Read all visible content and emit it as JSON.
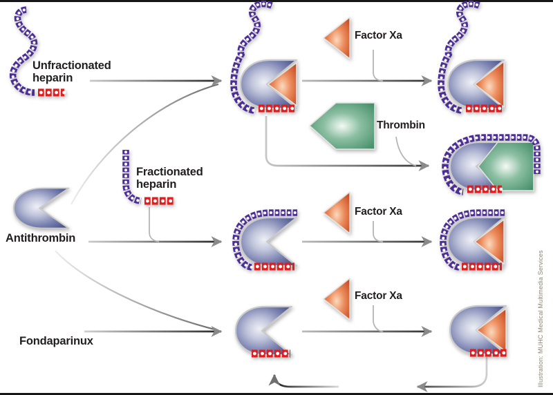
{
  "diagram": {
    "credit": "Illustration: MUHC Medical Multimedia Services",
    "labels": {
      "unfractionated_heparin": "Unfractionated\nheparin",
      "fractionated_heparin": "Fractionated\nheparin",
      "antithrombin": "Antithrombin",
      "fondaparinux": "Fondaparinux",
      "factor_xa": "Factor Xa",
      "thrombin": "Thrombin"
    },
    "molecules": [
      {
        "name": "antithrombin",
        "icon": "notched-disc-shape",
        "color": "#454f88"
      },
      {
        "name": "unfractionated-heparin",
        "icon": "long-bead-chain",
        "color": "#4e2f96",
        "pentasaccharide_color": "#e01f1f"
      },
      {
        "name": "fractionated-heparin",
        "icon": "short-bead-chain",
        "color": "#4e2f96",
        "pentasaccharide_color": "#e01f1f"
      },
      {
        "name": "fondaparinux",
        "icon": "pentasaccharide-beads",
        "color": "#e01f1f"
      },
      {
        "name": "factor-xa",
        "icon": "left-pointing-triangle",
        "color": "#c94e26"
      },
      {
        "name": "thrombin",
        "icon": "left-pointing-pentagon",
        "color": "#3f8a63"
      }
    ],
    "flows": [
      {
        "from": "unfractionated-heparin",
        "to": "antithrombin-ufh-complex"
      },
      {
        "from": "antithrombin",
        "to": "antithrombin-ufh-complex"
      },
      {
        "from": "antithrombin-ufh-complex+factor-xa",
        "to": "ufh-xa-inhibited-complex"
      },
      {
        "from": "antithrombin-ufh-complex+thrombin",
        "to": "ufh-thrombin-inhibited-complex"
      },
      {
        "from": "fractionated-heparin",
        "to": "antithrombin-lmwh-complex"
      },
      {
        "from": "antithrombin",
        "to": "antithrombin-lmwh-complex"
      },
      {
        "from": "antithrombin-lmwh-complex+factor-xa",
        "to": "lmwh-xa-inhibited-complex"
      },
      {
        "from": "fondaparinux",
        "to": "antithrombin-fondaparinux-complex"
      },
      {
        "from": "antithrombin",
        "to": "antithrombin-fondaparinux-complex"
      },
      {
        "from": "antithrombin-fondaparinux-complex+factor-xa",
        "to": "fondaparinux-xa-inhibited-complex"
      },
      {
        "from": "fondaparinux-xa-inhibited-complex",
        "to": "released-fondaparinux"
      },
      {
        "from": "released-fondaparinux",
        "to": "antithrombin-fondaparinux-complex"
      }
    ],
    "colors": {
      "background": "#ffffff",
      "label_text": "#221e20",
      "credit_text": "#8b8574",
      "arrow_gray": "#8a8a8a",
      "heparin_purple": "#4e2f96",
      "pentasaccharide_red": "#e01f1f",
      "antithrombin_blue": "#454f88",
      "factor_xa_orange": "#c94e26",
      "thrombin_green": "#3f8a63",
      "frame_bar": "#161616"
    }
  }
}
